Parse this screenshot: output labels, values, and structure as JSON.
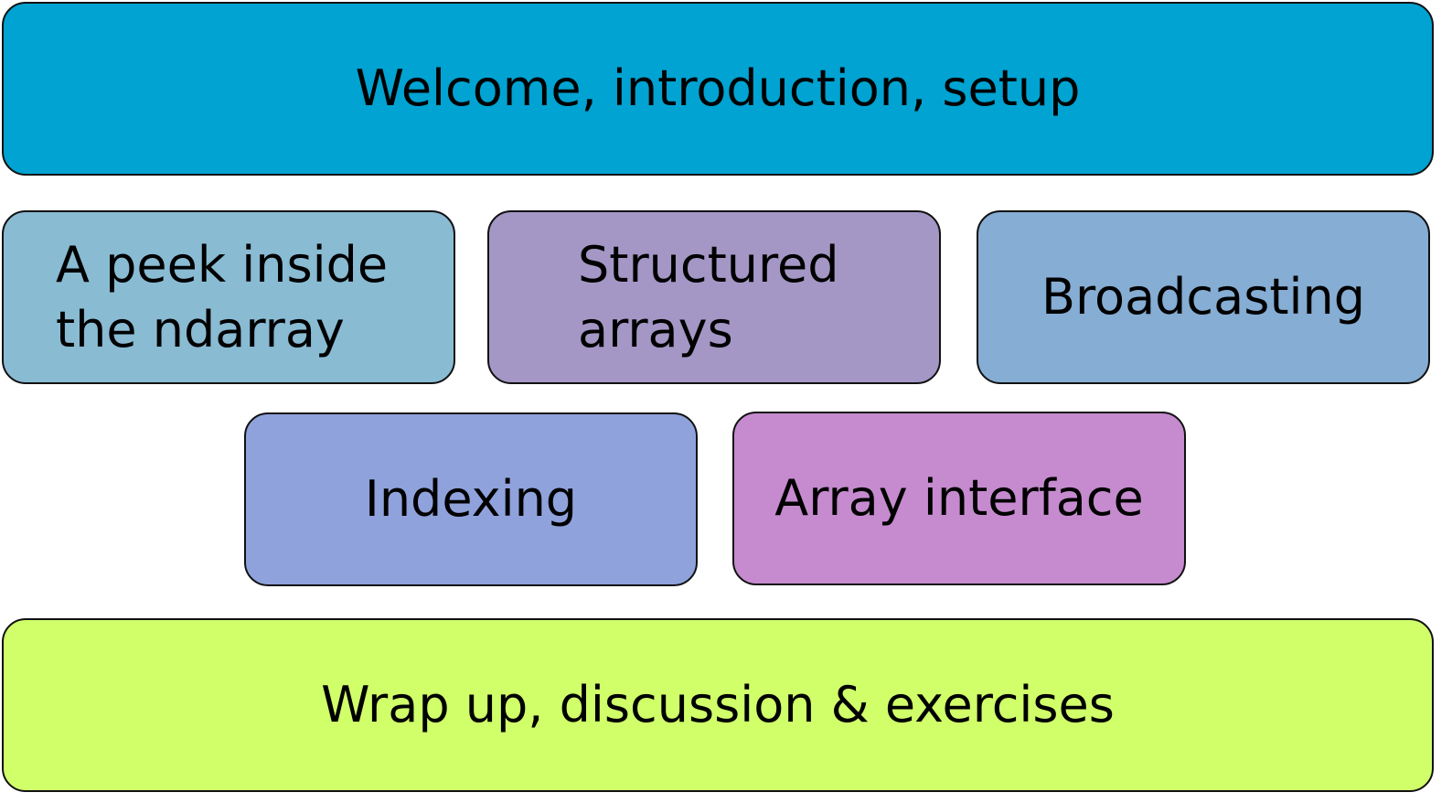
{
  "blocks": {
    "welcome": {
      "lines": [
        "Welcome, introduction, setup"
      ],
      "color": "#00A3D1"
    },
    "peek": {
      "lines": [
        "A peek inside",
        "the ndarray"
      ],
      "color": "#89BBD3"
    },
    "structured": {
      "lines": [
        "Structured",
        "arrays"
      ],
      "color": "#A497C5"
    },
    "broadcast": {
      "lines": [
        "Broadcasting"
      ],
      "color": "#86ADD3"
    },
    "indexing": {
      "lines": [
        "Indexing"
      ],
      "color": "#8FA2DC"
    },
    "interface": {
      "lines": [
        "Array interface"
      ],
      "color": "#C58BCE"
    },
    "wrapup": {
      "lines": [
        "Wrap up, discussion & exercises"
      ],
      "color": "#D0FF6A"
    }
  }
}
